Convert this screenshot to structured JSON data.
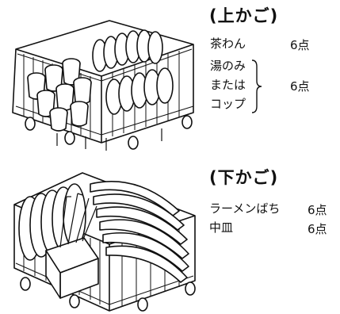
{
  "upper_basket": {
    "heading": "(上かご)",
    "items": [
      {
        "name": "茶わん",
        "count": "6点"
      },
      {
        "names": [
          "湯のみ",
          "または",
          "コップ"
        ],
        "count": "6点"
      }
    ]
  },
  "lower_basket": {
    "heading": "(下かご)",
    "items": [
      {
        "name": "ラーメンばち",
        "count": "6点"
      },
      {
        "name": "中皿",
        "count": "6点"
      }
    ]
  }
}
